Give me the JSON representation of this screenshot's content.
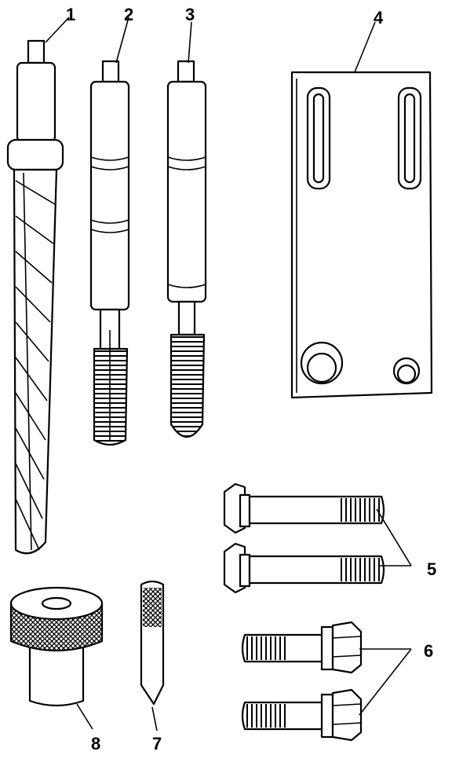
{
  "labels": {
    "tool_1": "1",
    "tool_2": "2",
    "tool_3": "3",
    "tool_4": "4",
    "tool_5": "5",
    "tool_6": "6",
    "tool_7": "7",
    "tool_8": "8"
  },
  "colors": {
    "line": "#000000",
    "background": "#ffffff"
  }
}
